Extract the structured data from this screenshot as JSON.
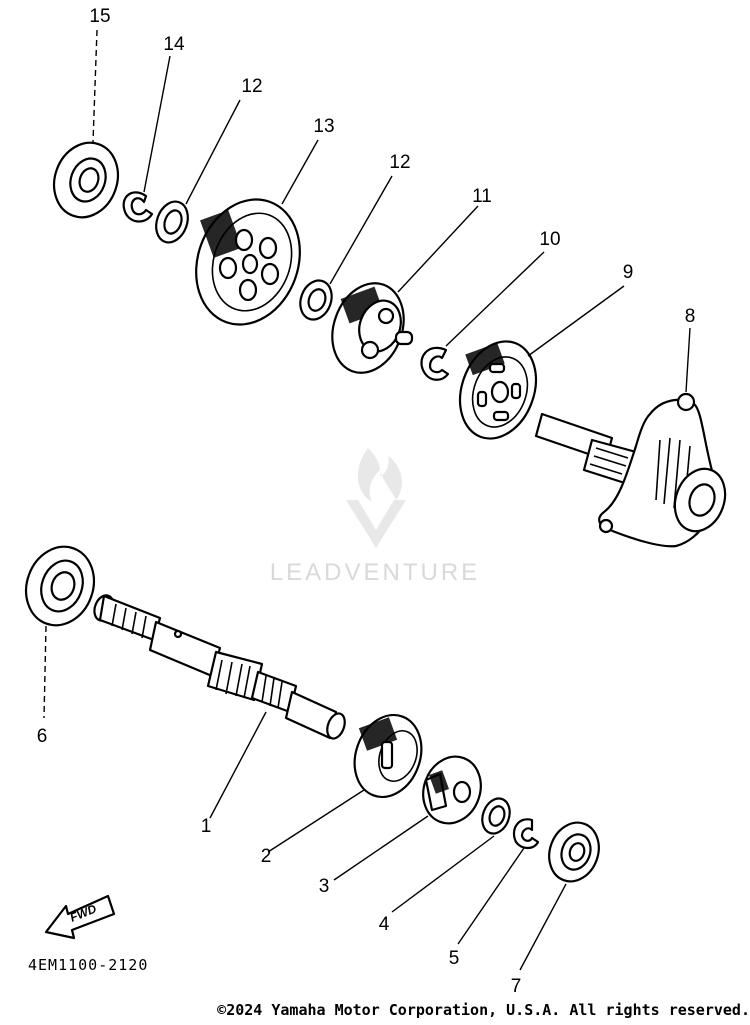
{
  "callouts": {
    "p1": "1",
    "p2": "2",
    "p3": "3",
    "p4": "4",
    "p5": "5",
    "p6": "6",
    "p7": "7",
    "p8": "8",
    "p9": "9",
    "p10": "10",
    "p11": "11",
    "p12a": "12",
    "p12b": "12",
    "p13": "13",
    "p14": "14",
    "p15": "15"
  },
  "direction_label": "FWD",
  "diagram_code": "4EM1100-2120",
  "watermark": "LEADVENTURE",
  "copyright": "©2024 Yamaha Motor Corporation, U.S.A. All rights reserved."
}
